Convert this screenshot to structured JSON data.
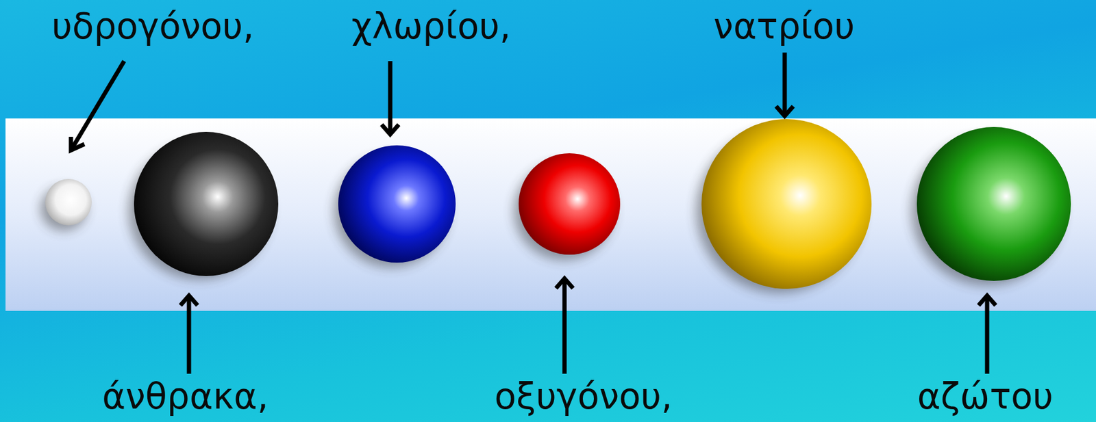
{
  "diagram": {
    "labels": [
      "υδρογόνου,",
      "χλωρίου,",
      "νατρίου",
      "άνθρακα,",
      "οξυγόνου,",
      "αζώτου"
    ]
  }
}
